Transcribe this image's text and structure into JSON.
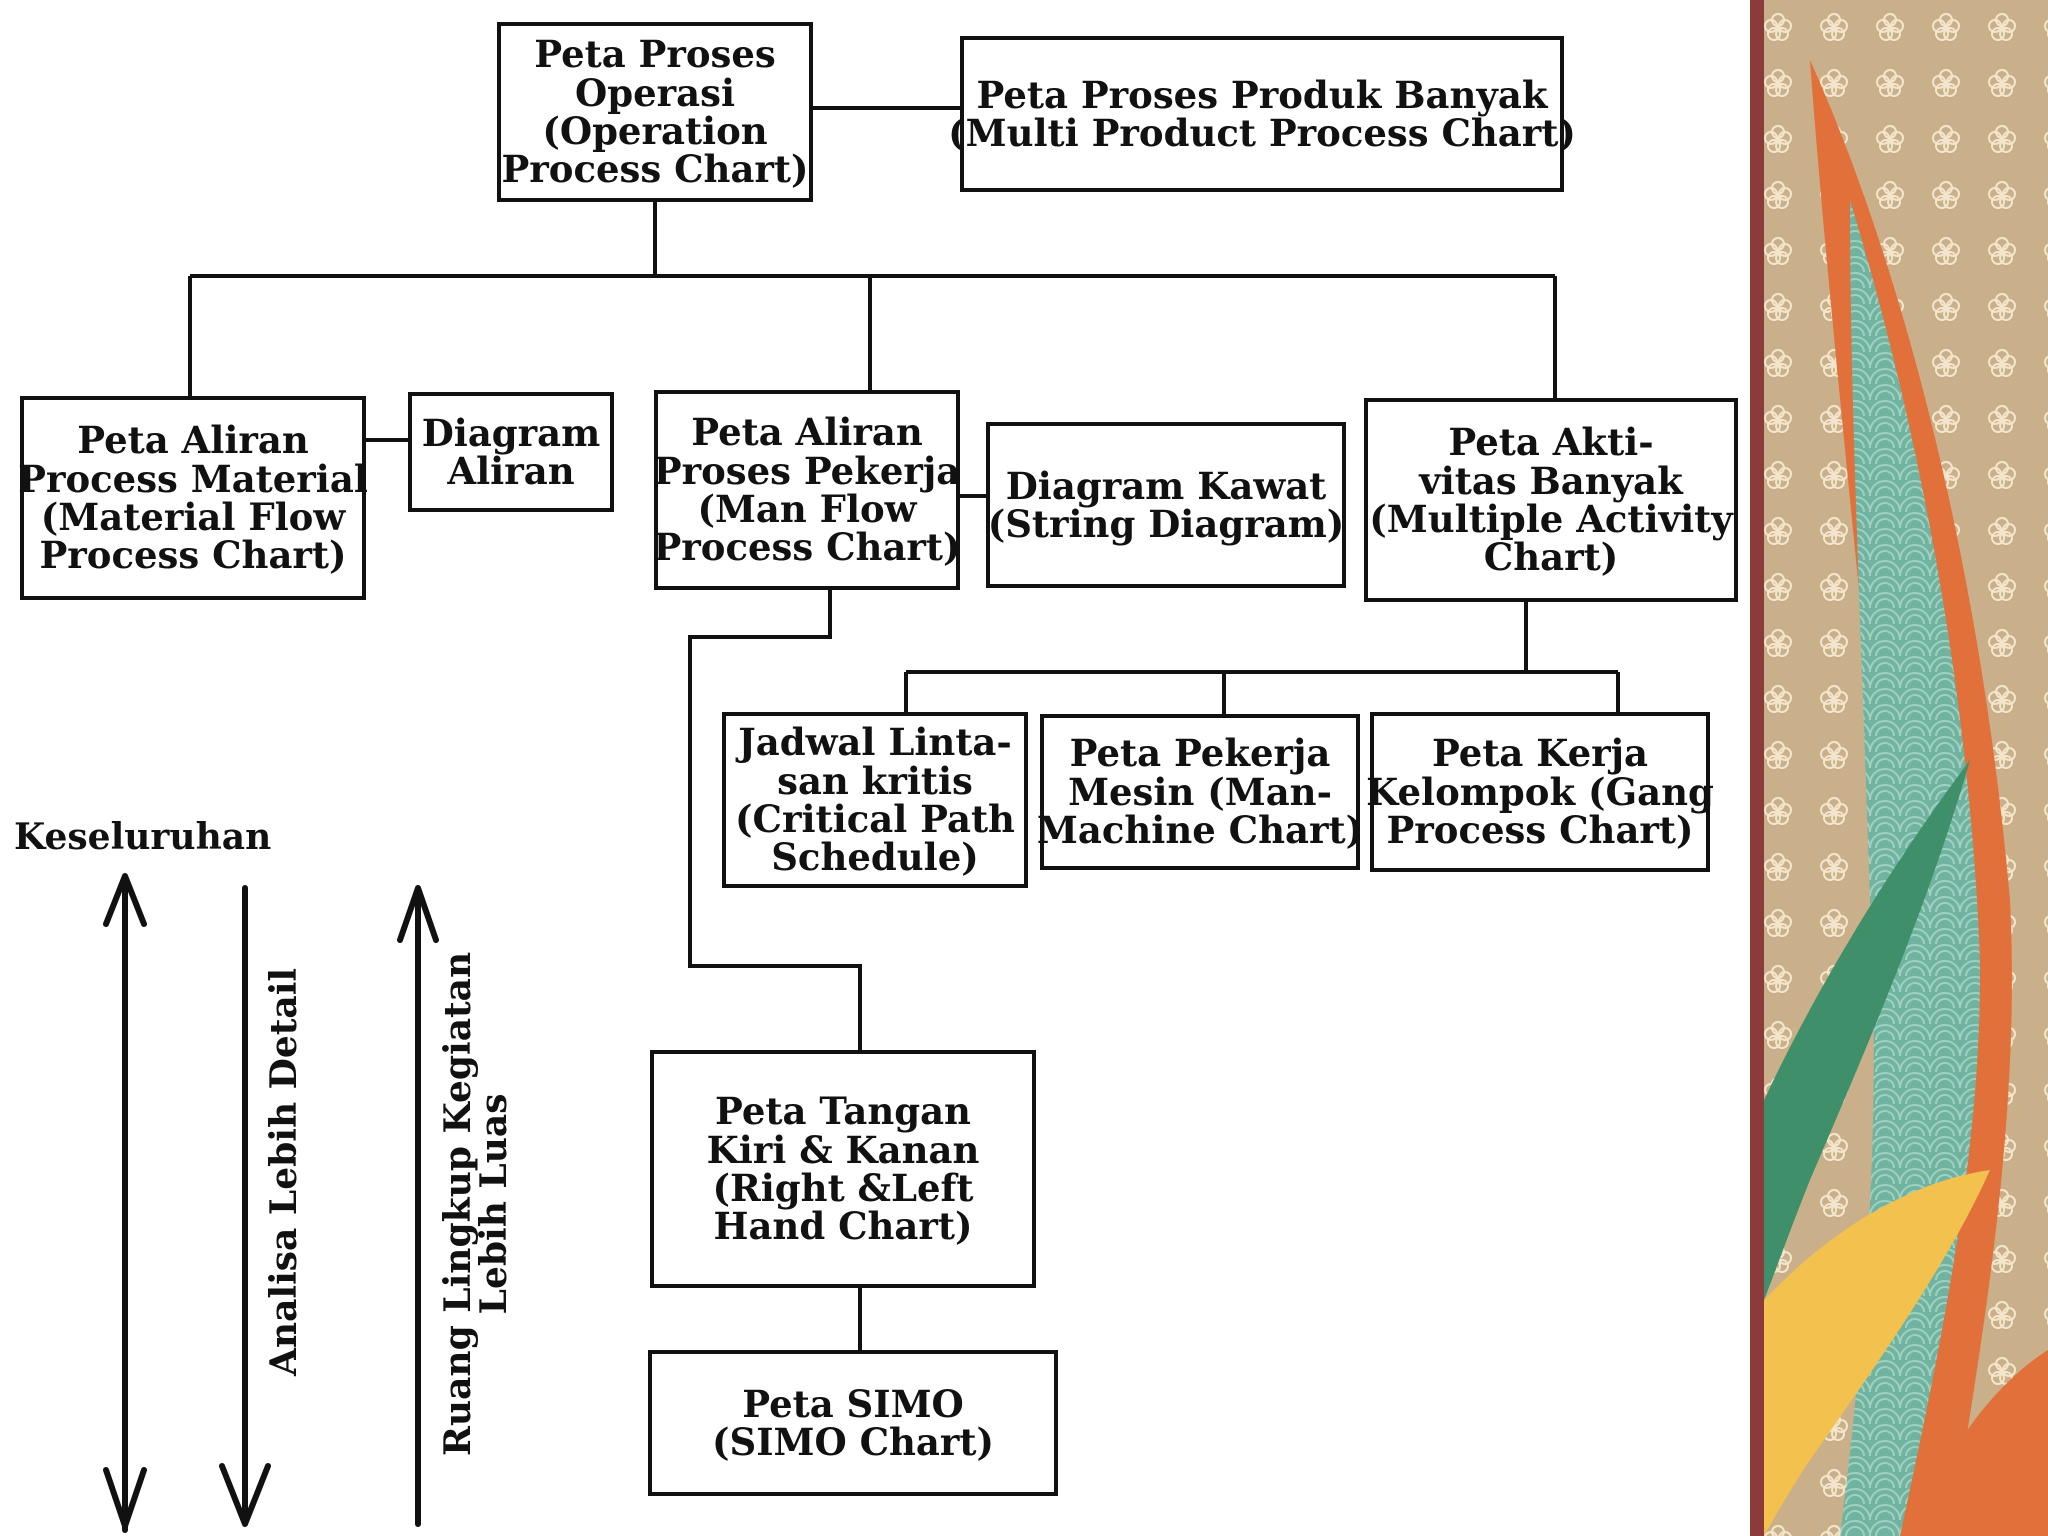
{
  "nodes": {
    "operation_process_chart": [
      "Peta Proses",
      "Operasi",
      "(Operation",
      "Process Chart)"
    ],
    "multi_product_process_chart": [
      "Peta Proses Produk Banyak",
      "(Multi Product Process Chart)"
    ],
    "material_flow_process_chart": [
      "Peta Aliran",
      "Process Material",
      "(Material Flow",
      "Process Chart)"
    ],
    "flow_diagram": [
      "Diagram",
      "Aliran"
    ],
    "man_flow_process_chart": [
      "Peta Aliran",
      "Proses Pekerja",
      "(Man Flow",
      "Process Chart)"
    ],
    "string_diagram": [
      "Diagram Kawat",
      "(String Diagram)"
    ],
    "multiple_activity_chart": [
      "Peta Akti-",
      "vitas Banyak",
      "(Multiple Activity",
      "Chart)"
    ],
    "critical_path_schedule": [
      "Jadwal Linta-",
      "san kritis",
      "(Critical Path",
      "Schedule)"
    ],
    "man_machine_chart": [
      "Peta Pekerja",
      "Mesin (Man-",
      "Machine Chart)"
    ],
    "gang_process_chart": [
      "Peta Kerja",
      "Kelompok (Gang",
      "Process Chart)"
    ],
    "right_left_hand_chart": [
      "Peta Tangan",
      "Kiri & Kanan",
      "(Right &Left",
      "Hand Chart)"
    ],
    "simo_chart": [
      "Peta SIMO",
      "(SIMO Chart)"
    ]
  },
  "side_labels": {
    "overall": "Keseluruhan",
    "more_detailed_analysis": "Analisa Lebih Detail",
    "wider_scope_line1": "Ruang Lingkup Kegiatan",
    "wider_scope_line2": "Lebih Luas"
  },
  "colors": {
    "line": "#111111",
    "background": "#ffffff",
    "deco_base": "#c9b08a",
    "deco_orange": "#e2703a",
    "deco_green": "#3f8f6a",
    "deco_teal": "#6fb3a0",
    "deco_maroon": "#8c3b3b",
    "deco_yellow": "#f2c14e"
  }
}
